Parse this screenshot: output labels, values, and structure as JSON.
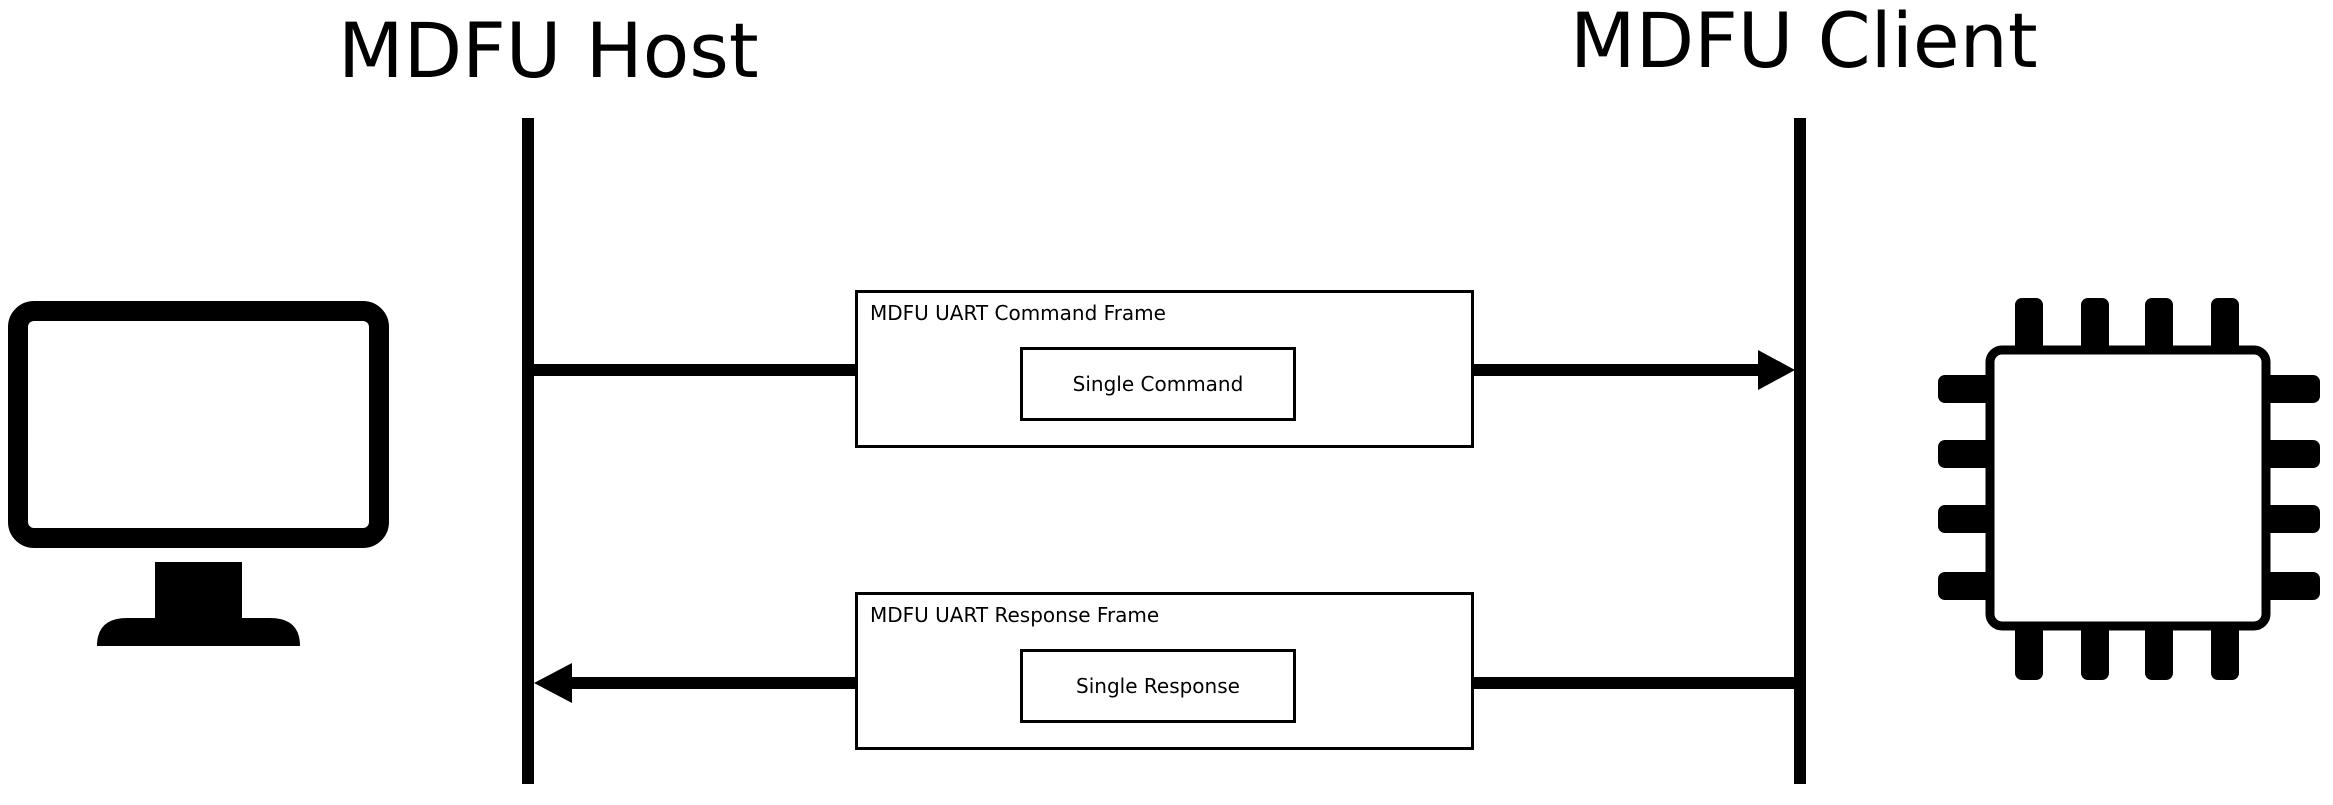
{
  "host": {
    "title": "MDFU Host"
  },
  "client": {
    "title": "MDFU Client"
  },
  "command_frame": {
    "label": "MDFU UART Command Frame",
    "inner_label": "Single Command"
  },
  "response_frame": {
    "label": "MDFU UART Response Frame",
    "inner_label": "Single Response"
  },
  "colors": {
    "stroke": "#000000",
    "background": "#ffffff"
  },
  "icons": {
    "host": "computer-monitor-icon",
    "client": "microchip-icon"
  }
}
